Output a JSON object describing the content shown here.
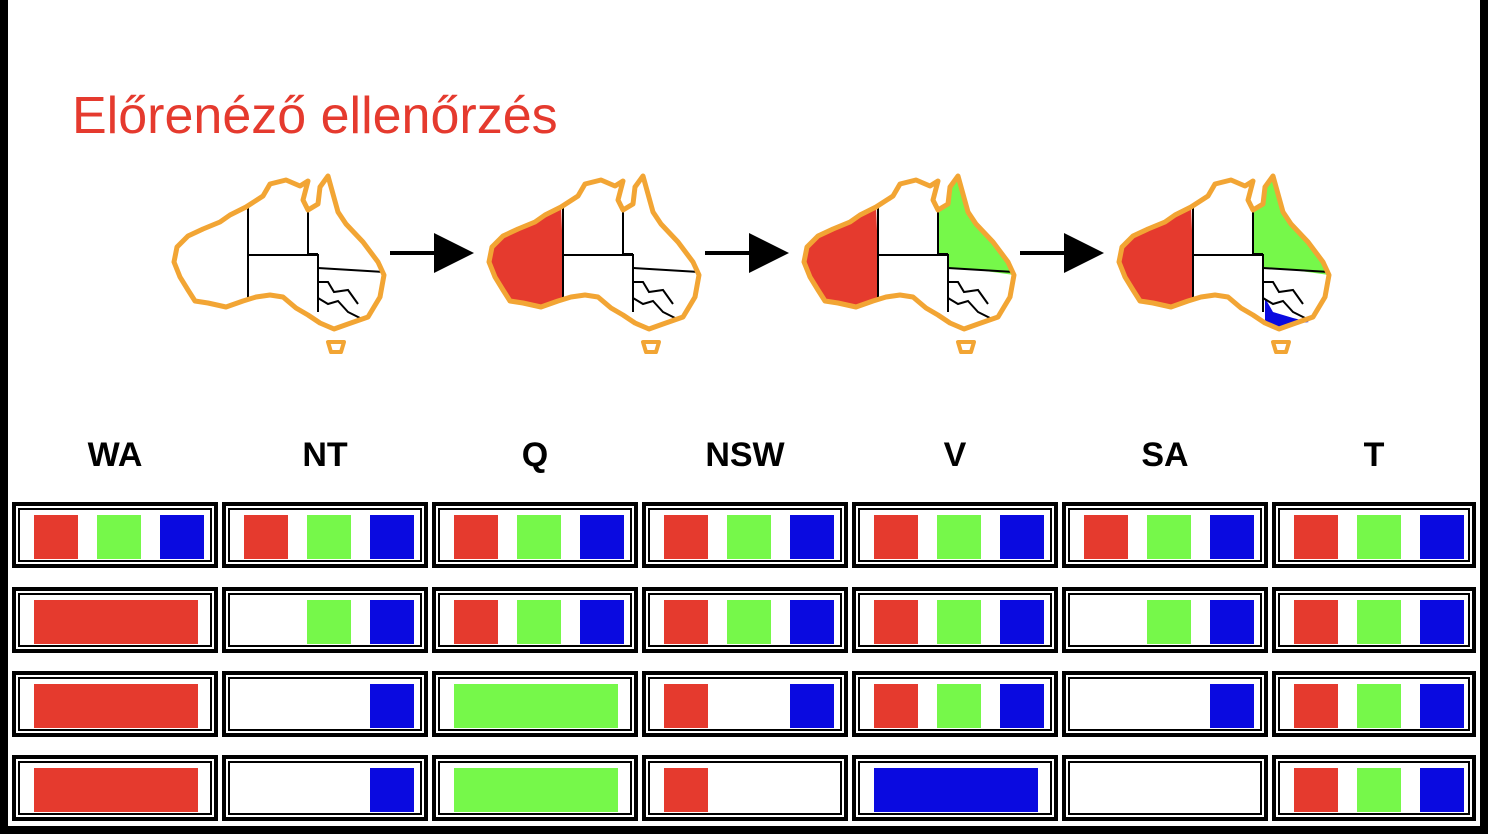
{
  "title": "Előrenéző ellenőrzés",
  "colors": {
    "red": "#e53a2e",
    "green": "#76f84a",
    "blue": "#0a0ae0",
    "outline": "#f2a534"
  },
  "maps": [
    {
      "WA": null,
      "Q": null,
      "V": null
    },
    {
      "WA": "red",
      "Q": null,
      "V": null
    },
    {
      "WA": "red",
      "Q": "green",
      "V": null
    },
    {
      "WA": "red",
      "Q": "green",
      "V": "blue"
    }
  ],
  "columns": [
    "WA",
    "NT",
    "Q",
    "NSW",
    "V",
    "SA",
    "T"
  ],
  "domains": [
    [
      [
        "red",
        "green",
        "blue"
      ],
      [
        "red",
        "green",
        "blue"
      ],
      [
        "red",
        "green",
        "blue"
      ],
      [
        "red",
        "green",
        "blue"
      ],
      [
        "red",
        "green",
        "blue"
      ],
      [
        "red",
        "green",
        "blue"
      ],
      [
        "red",
        "green",
        "blue"
      ]
    ],
    [
      [
        "red"
      ],
      [
        "green",
        "blue"
      ],
      [
        "red",
        "green",
        "blue"
      ],
      [
        "red",
        "green",
        "blue"
      ],
      [
        "red",
        "green",
        "blue"
      ],
      [
        "green",
        "blue"
      ],
      [
        "red",
        "green",
        "blue"
      ]
    ],
    [
      [
        "red"
      ],
      [
        "blue"
      ],
      [
        "green"
      ],
      [
        "red",
        "blue"
      ],
      [
        "red",
        "green",
        "blue"
      ],
      [
        "blue"
      ],
      [
        "red",
        "green",
        "blue"
      ]
    ],
    [
      [
        "red"
      ],
      [
        "blue"
      ],
      [
        "green"
      ],
      [
        "red"
      ],
      [
        "blue"
      ],
      [],
      [
        "red",
        "green",
        "blue"
      ]
    ]
  ]
}
